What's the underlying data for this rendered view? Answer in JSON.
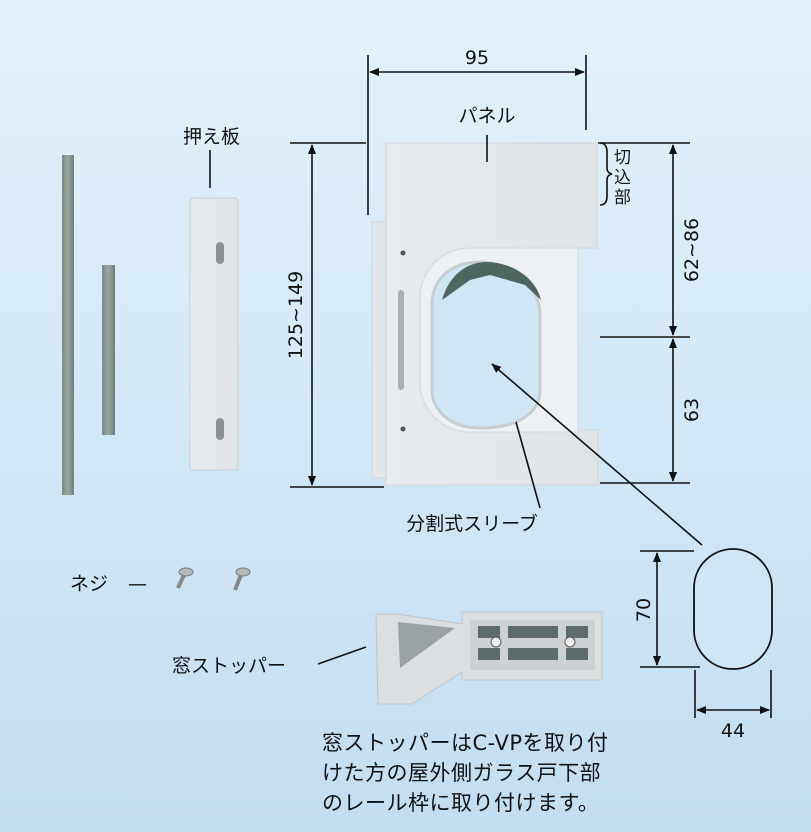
{
  "labels": {
    "panel": "パネル",
    "presser_plate": "押え板",
    "cutout_lines": [
      "切",
      "込",
      "部"
    ],
    "split_sleeve": "分割式スリーブ",
    "screw": "ネジ",
    "screw_dash": "—",
    "window_stopper": "窓ストッパー"
  },
  "dimensions": {
    "panel_width": "95",
    "panel_height": "125~149",
    "cutout_height": "62~86",
    "lower_height": "63",
    "sleeve_height": "70",
    "sleeve_width": "44"
  },
  "note": {
    "lines": [
      "窓ストッパーはC-VPを取り付",
      "けた方の屋外側ガラス戸下部",
      "のレール枠に取り付けます。"
    ]
  }
}
